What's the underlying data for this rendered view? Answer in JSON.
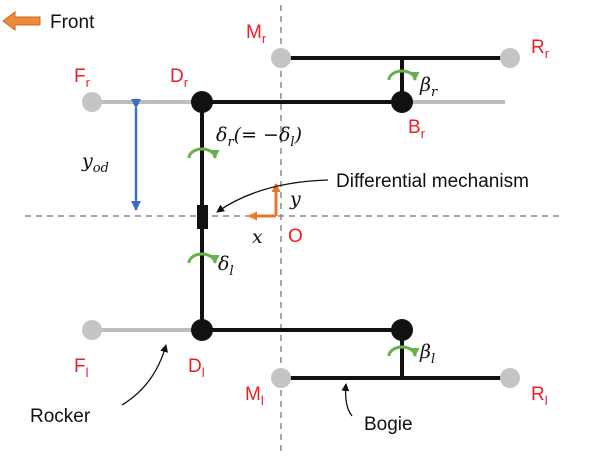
{
  "colors": {
    "red_label": "#e8202a",
    "green_arrow": "#6ab04c",
    "blue_arrow": "#3a6fc4",
    "orange_axis": "#e8782a",
    "orange_front_arrow": "#ee8a3c",
    "gray_link": "#bdbdbd",
    "gray_joint": "#c4c4c4",
    "dash": "#8a8a8a"
  },
  "legend": {
    "front": "Front",
    "front_icon": "arrow-left-icon"
  },
  "joints": {
    "Mr": {
      "base": "M",
      "sub": "r"
    },
    "Rr": {
      "base": "R",
      "sub": "r"
    },
    "Fr": {
      "base": "F",
      "sub": "r"
    },
    "Dr": {
      "base": "D",
      "sub": "r"
    },
    "Br": {
      "base": "B",
      "sub": "r"
    },
    "Fl": {
      "base": "F",
      "sub": "l"
    },
    "Dl": {
      "base": "D",
      "sub": "l"
    },
    "Ml": {
      "base": "M",
      "sub": "l"
    },
    "Rl": {
      "base": "R",
      "sub": "l"
    }
  },
  "origin": "O",
  "axes": {
    "x": "x",
    "y": "y"
  },
  "symbols": {
    "beta_r": {
      "base": "β",
      "sub": "r"
    },
    "beta_l": {
      "base": "β",
      "sub": "l"
    },
    "delta_r": {
      "base": "δ",
      "sub": "r",
      "rest_open": "(= −δ",
      "rest_sub": "l",
      "rest_close": ")"
    },
    "delta_l": {
      "base": "δ",
      "sub": "l"
    },
    "y_od": {
      "base": "y",
      "sub": "od"
    }
  },
  "annotations": {
    "differential": "Differential mechanism",
    "rocker": "Rocker",
    "bogie": "Bogie"
  }
}
